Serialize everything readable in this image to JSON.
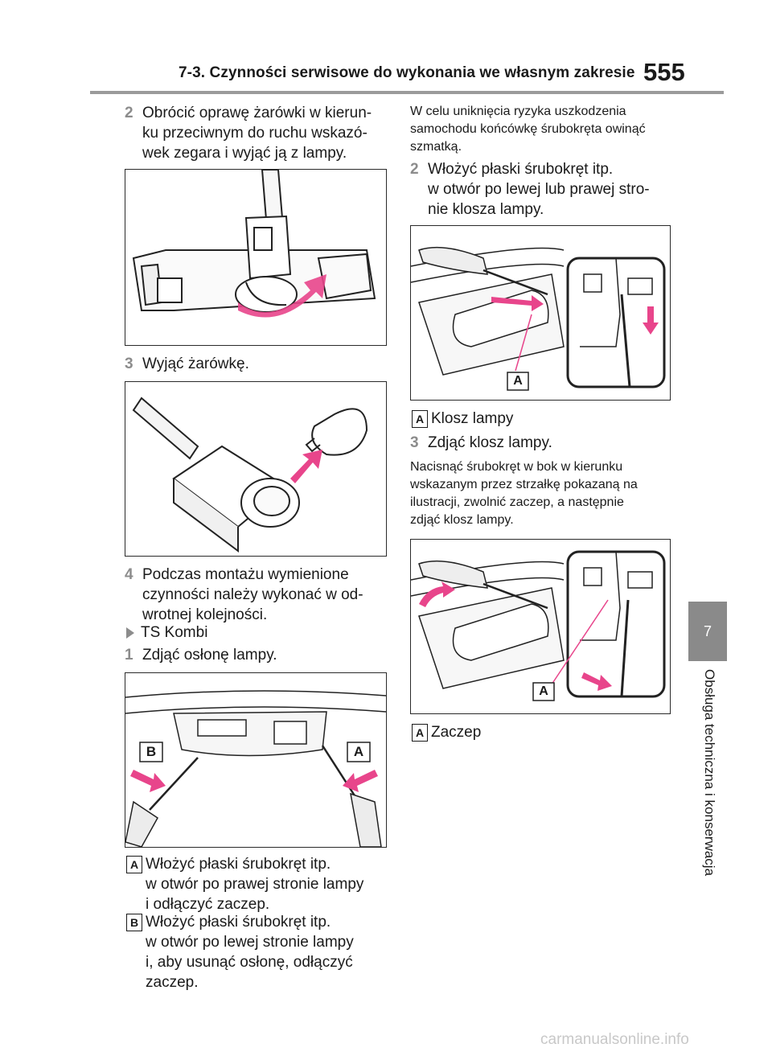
{
  "header": {
    "section_title": "7-3. Czynności serwisowe do wykonania we własnym zakresie",
    "page_number": "555"
  },
  "side_tab": {
    "chapter_number": "7",
    "chapter_label": "Obsługa techniczna i konserwacja"
  },
  "left_column": {
    "step2": {
      "number": "2",
      "lines": [
        "Obrócić oprawę żarówki w kierun-",
        "ku przeciwnym do ruchu wskazó-",
        "wek zegara i wyjąć ją z lampy."
      ]
    },
    "step3": {
      "number": "3",
      "text": "Wyjąć żarówkę."
    },
    "step4": {
      "number": "4",
      "lines": [
        "Podczas montażu wymienione",
        "czynności należy wykonać w od-",
        "wrotnej kolejności."
      ]
    },
    "variant": "TS Kombi",
    "step1": {
      "number": "1",
      "text": "Zdjąć osłonę lampy."
    },
    "figure3_labels": {
      "b": "B",
      "a": "A"
    },
    "legend_a": {
      "badge": "A",
      "lines": [
        "Włożyć płaski śrubokręt itp.",
        "w otwór po prawej stronie lampy",
        "i odłączyć zaczep."
      ]
    },
    "legend_b": {
      "badge": "B",
      "lines": [
        "Włożyć płaski śrubokręt itp.",
        "w otwór po lewej stronie lampy",
        "i, aby usunąć osłonę, odłączyć",
        "zaczep."
      ]
    }
  },
  "right_column": {
    "note": [
      "W celu uniknięcia ryzyka uszkodzenia",
      "samochodu końcówkę śrubokręta owinąć",
      "szmatką."
    ],
    "step2": {
      "number": "2",
      "lines": [
        "Włożyć płaski śrubokręt itp.",
        "w otwór po lewej lub prawej stro-",
        "nie klosza lampy."
      ]
    },
    "figure4_label": "A",
    "legend_a1": {
      "badge": "A",
      "text": "Klosz lampy"
    },
    "step3": {
      "number": "3",
      "text": "Zdjąć klosz lampy."
    },
    "note2": [
      "Nacisnąć śrubokręt w bok w kierunku",
      "wskazanym przez strzałkę pokazaną na",
      "ilustracji, zwolnić zaczep, a następnie",
      "zdjąć klosz lampy."
    ],
    "figure5_label": "A",
    "legend_a2": {
      "badge": "A",
      "text": "Zaczep"
    }
  },
  "watermark": "carmanualsonline.info",
  "colors": {
    "accent_gray": "#8c8c8c",
    "highlight_pink": "#e8458b",
    "rule_gray": "#9b9b9b"
  }
}
